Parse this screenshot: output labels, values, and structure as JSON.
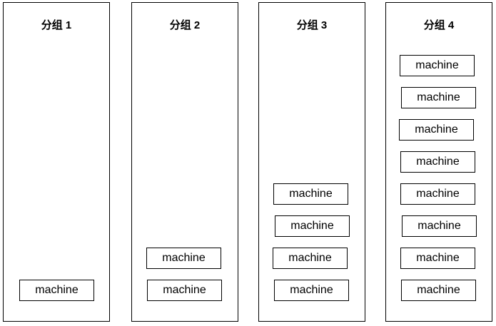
{
  "groups": [
    {
      "title": "分组 1",
      "machines": [
        "machine"
      ]
    },
    {
      "title": "分组 2",
      "machines": [
        "machine",
        "machine"
      ]
    },
    {
      "title": "分组 3",
      "machines": [
        "machine",
        "machine",
        "machine",
        "machine"
      ]
    },
    {
      "title": "分组 4",
      "machines": [
        "machine",
        "machine",
        "machine",
        "machine",
        "machine",
        "machine",
        "machine",
        "machine"
      ]
    }
  ]
}
